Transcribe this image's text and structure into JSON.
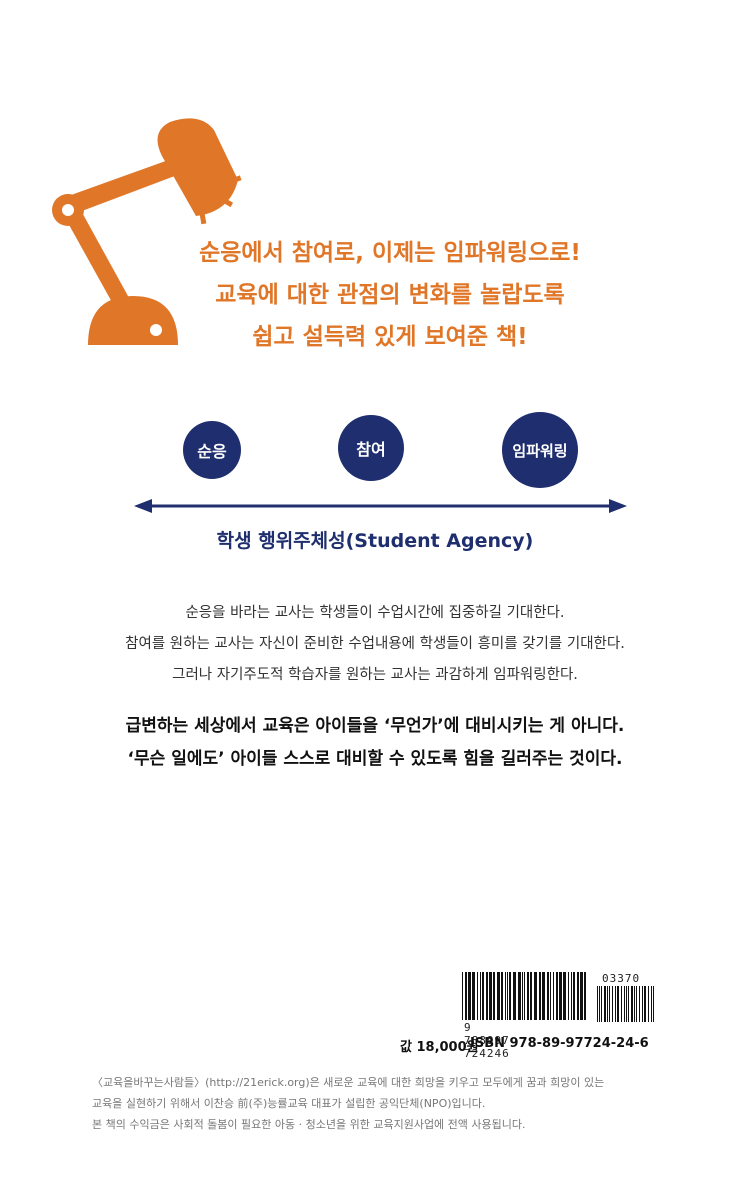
{
  "tagline": {
    "line1": "순응에서 참여로, 이제는 임파워링으로!",
    "line2": "교육에 대한 관점의 변화를 놀랍도록",
    "line3": "쉽고 설득력 있게 보여준 책!"
  },
  "stages": {
    "s1": "순응",
    "s2": "참여",
    "s3": "임파워링"
  },
  "axis_label": "학생 행위주체성(Student Agency)",
  "body": {
    "line1": "순응을 바라는 교사는 학생들이 수업시간에 집중하길 기대한다.",
    "line2": "참여를 원하는 교사는 자신이 준비한 수업내용에 학생들이 흥미를 갖기를 기대한다.",
    "line3": "그러나 자기주도적 학습자를 원하는 교사는 과감하게 임파워링한다."
  },
  "emphasis": {
    "line1": "급변하는 세상에서 교육은 아이들을 ‘무언가’에 대비시키는 게 아니다.",
    "line2": "‘무슨 일에도’ 아이들 스스로 대비할 수 있도록 힘을 길러주는 것이다."
  },
  "barcode": {
    "number": "9 788997 724246",
    "addon": "03370"
  },
  "price": "값 18,000원",
  "isbn": "ISBN 978-89-97724-24-6",
  "footer": {
    "line1": "〈교육을바꾸는사람들〉(http://21erick.org)은 새로운 교육에 대한 희망을 키우고 모두에게 꿈과 희망이 있는",
    "line2": "교육을 실현하기 위해서 이찬승 前(주)능률교육 대표가 설립한 공익단체(NPO)입니다.",
    "line3": "본 책의 수익금은 사회적 돌봄이 필요한 아동 · 청소년을 위한 교육지원사업에 전액 사용됩니다."
  },
  "colors": {
    "accent_orange": "#E07628",
    "navy": "#1F2E6E"
  }
}
